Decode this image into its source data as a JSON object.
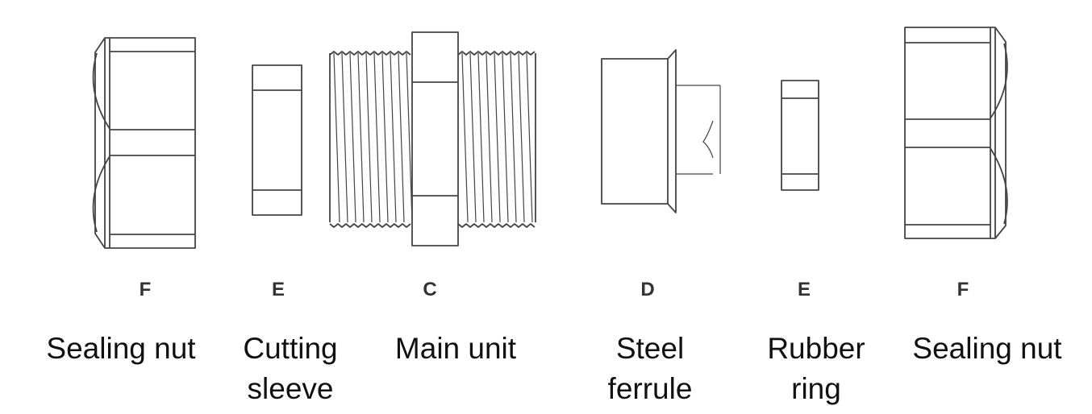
{
  "parts": [
    {
      "letter": "F",
      "lines": [
        "Sealing nut"
      ]
    },
    {
      "letter": "E",
      "lines": [
        "Cutting",
        "sleeve"
      ]
    },
    {
      "letter": "C",
      "lines": [
        "Main unit"
      ]
    },
    {
      "letter": "D",
      "lines": [
        "Steel",
        "ferrule"
      ]
    },
    {
      "letter": "E",
      "lines": [
        "Rubber",
        "ring"
      ]
    },
    {
      "letter": "F",
      "lines": [
        "Sealing nut"
      ]
    }
  ],
  "colors": {
    "stroke": "#444444",
    "text": "#111111",
    "letter": "#333333",
    "background": "#ffffff"
  }
}
